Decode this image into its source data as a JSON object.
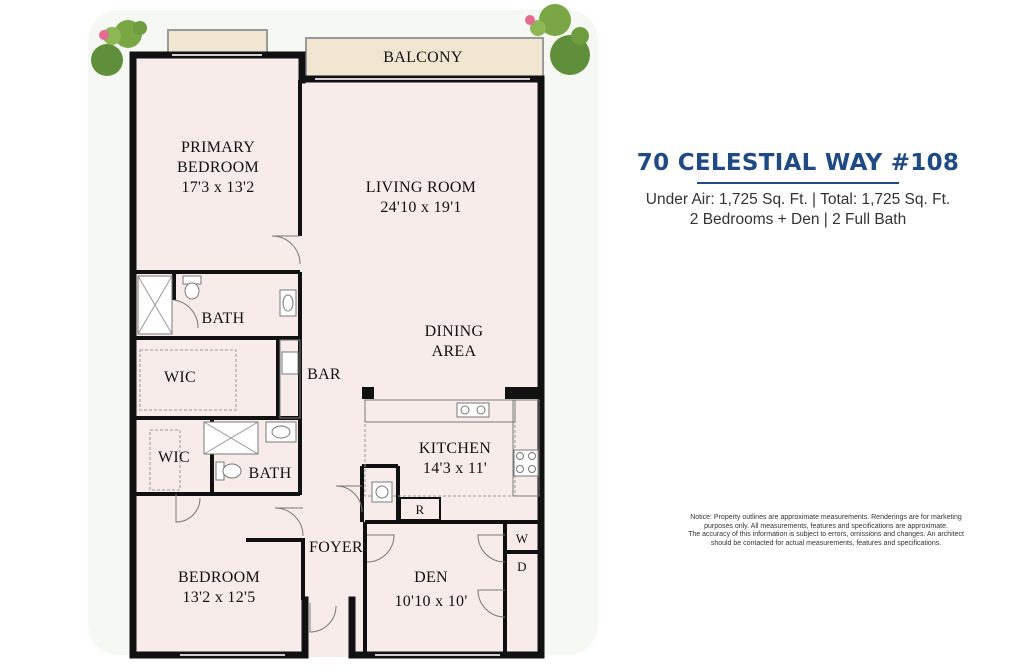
{
  "property": {
    "title": "70 CELESTIAL WAY #108",
    "line1": "Under Air: 1,725 Sq. Ft. | Total: 1,725 Sq. Ft.",
    "line2": "2 Bedrooms + Den | 2 Full Bath"
  },
  "notice": {
    "line1": "Notice: Property outlines are approximate measurements. Renderings are for marketing",
    "line2": "purposes only. All measurements, features and specifications are approximate.",
    "line3": "The accuracy of this information is subject to errors, omissions and changes. An architect",
    "line4": "should be contacted for actual measurements, features and specifications."
  },
  "rooms": {
    "balcony": "BALCONY",
    "primary_bedroom": "PRIMARY",
    "primary_bedroom_2": "BEDROOM",
    "primary_bedroom_dim": "17'3 x 13'2",
    "living_room": "LIVING ROOM",
    "living_room_dim": "24'10 x 19'1",
    "dining": "DINING",
    "dining_2": "AREA",
    "bath_primary": "BATH",
    "wic_primary": "WIC",
    "bar": "BAR",
    "kitchen": "KITCHEN",
    "kitchen_dim": "14'3 x 11'",
    "wic_second": "WIC",
    "bath_second": "BATH",
    "refrigerator": "R",
    "foyer": "FOYER",
    "bedroom": "BEDROOM",
    "bedroom_dim": "13'2 x 12'5",
    "den": "DEN",
    "den_dim": "10'10 x 10'",
    "washer": "W",
    "dryer": "D"
  },
  "colors": {
    "title": "#1f4a86",
    "floor": "#f8ecea",
    "wall": "#111111",
    "balcony": "#f1e6d2"
  },
  "icons": [
    "palm-plant-left-icon",
    "palm-plant-right-icon",
    "toilet-icon",
    "sink-icon",
    "stove-icon",
    "shower-icon"
  ]
}
